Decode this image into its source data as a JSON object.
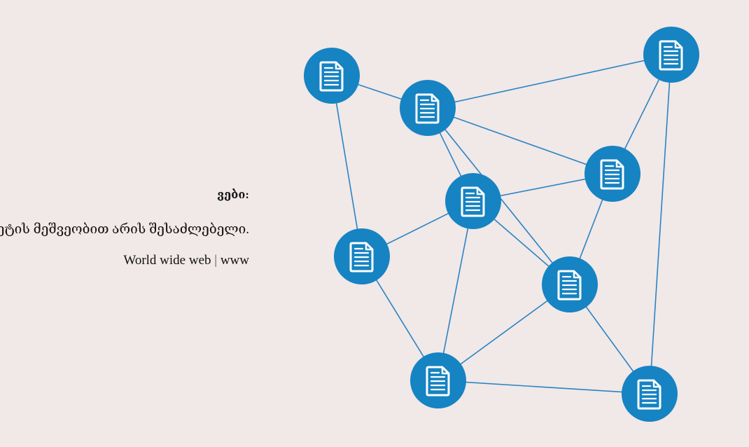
{
  "text": {
    "heading": "ვები:",
    "sentence": "რნეტის მეშვეობით არის შესაძლებელი.",
    "terms": {
      "term_1": "World wide web",
      "separator": "|",
      "term_2": "www"
    }
  },
  "diagram": {
    "colors": {
      "background": "#f1e8e8",
      "node_fill": "#1683c2",
      "edge": "#2a84c2",
      "icon": "#ffffff"
    },
    "node_icon": "document-icon",
    "nodes": [
      {
        "id": "n1"
      },
      {
        "id": "n2"
      },
      {
        "id": "n3"
      },
      {
        "id": "n4"
      },
      {
        "id": "n5"
      },
      {
        "id": "n6"
      },
      {
        "id": "n7"
      },
      {
        "id": "n8"
      },
      {
        "id": "n9"
      }
    ],
    "edges": [
      [
        "n1",
        "n2"
      ],
      [
        "n1",
        "n6"
      ],
      [
        "n2",
        "n3"
      ],
      [
        "n2",
        "n4"
      ],
      [
        "n2",
        "n5"
      ],
      [
        "n2",
        "n7"
      ],
      [
        "n3",
        "n4"
      ],
      [
        "n3",
        "n9"
      ],
      [
        "n4",
        "n5"
      ],
      [
        "n4",
        "n7"
      ],
      [
        "n5",
        "n6"
      ],
      [
        "n5",
        "n7"
      ],
      [
        "n5",
        "n8"
      ],
      [
        "n6",
        "n8"
      ],
      [
        "n7",
        "n8"
      ],
      [
        "n7",
        "n9"
      ],
      [
        "n8",
        "n9"
      ]
    ]
  }
}
